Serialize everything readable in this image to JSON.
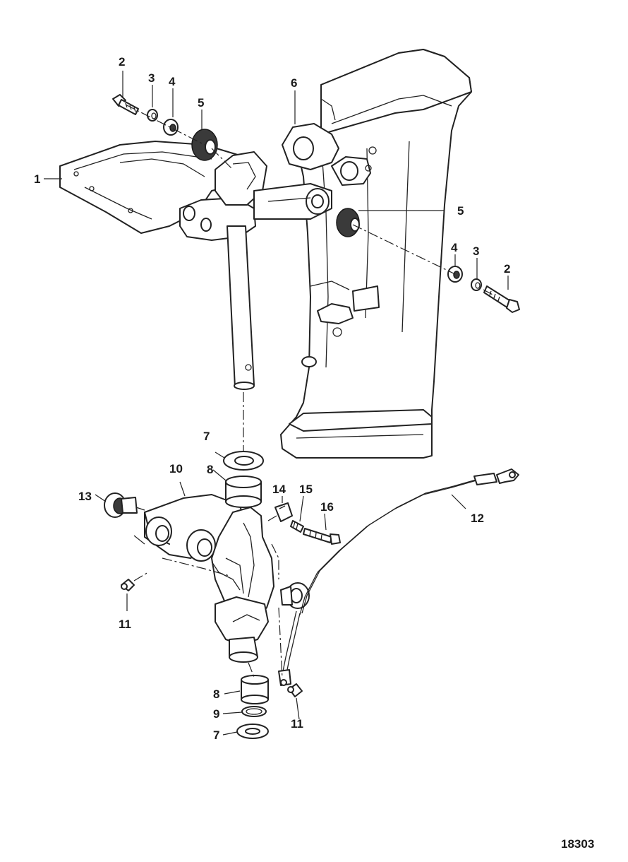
{
  "callouts": {
    "c1": "1",
    "c2a": "2",
    "c3a": "3",
    "c4a": "4",
    "c5a": "5",
    "c6": "6",
    "c5b": "5",
    "c4b": "4",
    "c3b": "3",
    "c2b": "2",
    "c7a": "7",
    "c8a": "8",
    "c10": "10",
    "c13": "13",
    "c14": "14",
    "c15": "15",
    "c16": "16",
    "c12": "12",
    "c11a": "11",
    "c8b": "8",
    "c9": "9",
    "c7b": "7",
    "c11b": "11"
  },
  "reference_number": "18303"
}
